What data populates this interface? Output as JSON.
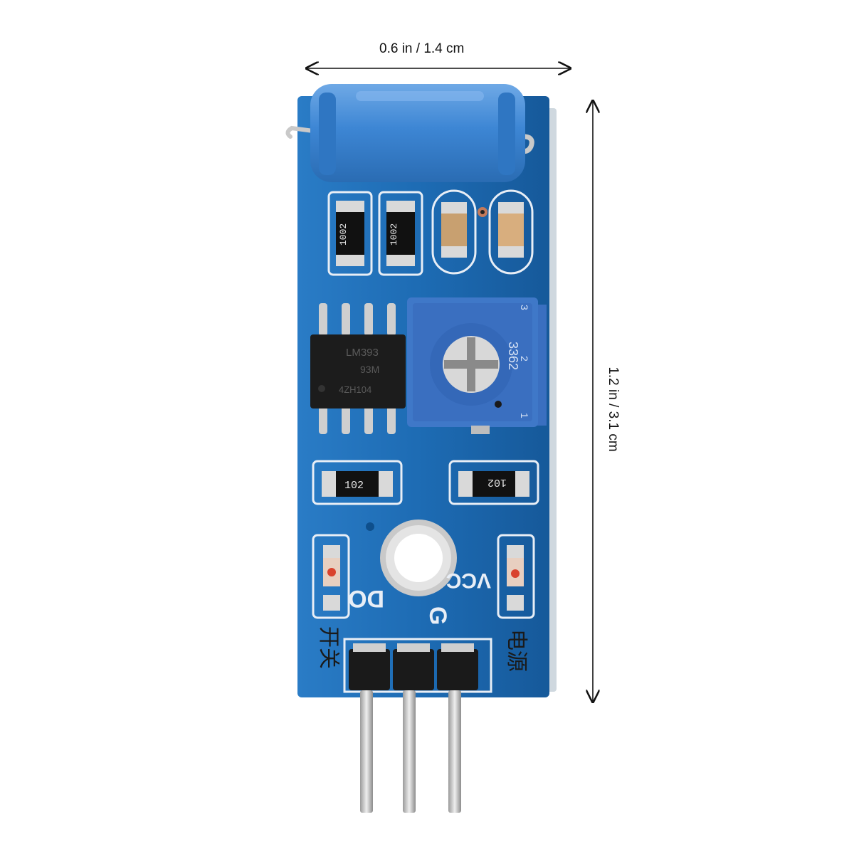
{
  "dimensions": {
    "width_label": "0.6 in / 1.4 cm",
    "height_label": "1.2 in / 3.1 cm"
  },
  "board": {
    "chip_marking_1": "LM393",
    "chip_marking_2": "93M",
    "chip_marking_3": "4ZH104",
    "pot_marking": "3362",
    "pot_pin_1": "1",
    "pot_pin_3": "3",
    "pot_pin_2": "2",
    "resistor_top_left": "1002",
    "resistor_top_middle": "1002",
    "resistor_bottom_left": "102",
    "resistor_bottom_right": "102",
    "pin_label_do": "DO",
    "pin_label_gnd": "G",
    "pin_label_vcc": "VCC",
    "chinese_label_left": "开关",
    "chinese_label_right": "电源"
  },
  "colors": {
    "pcb": "#1e6bb0",
    "silkscreen": "#e8eef6",
    "tilt_switch": "#3d86d4",
    "potentiometer": "#3a6fc0",
    "chip": "#1c1c1c",
    "header": "#1a1a1a",
    "pins": "#cfcfcf"
  }
}
